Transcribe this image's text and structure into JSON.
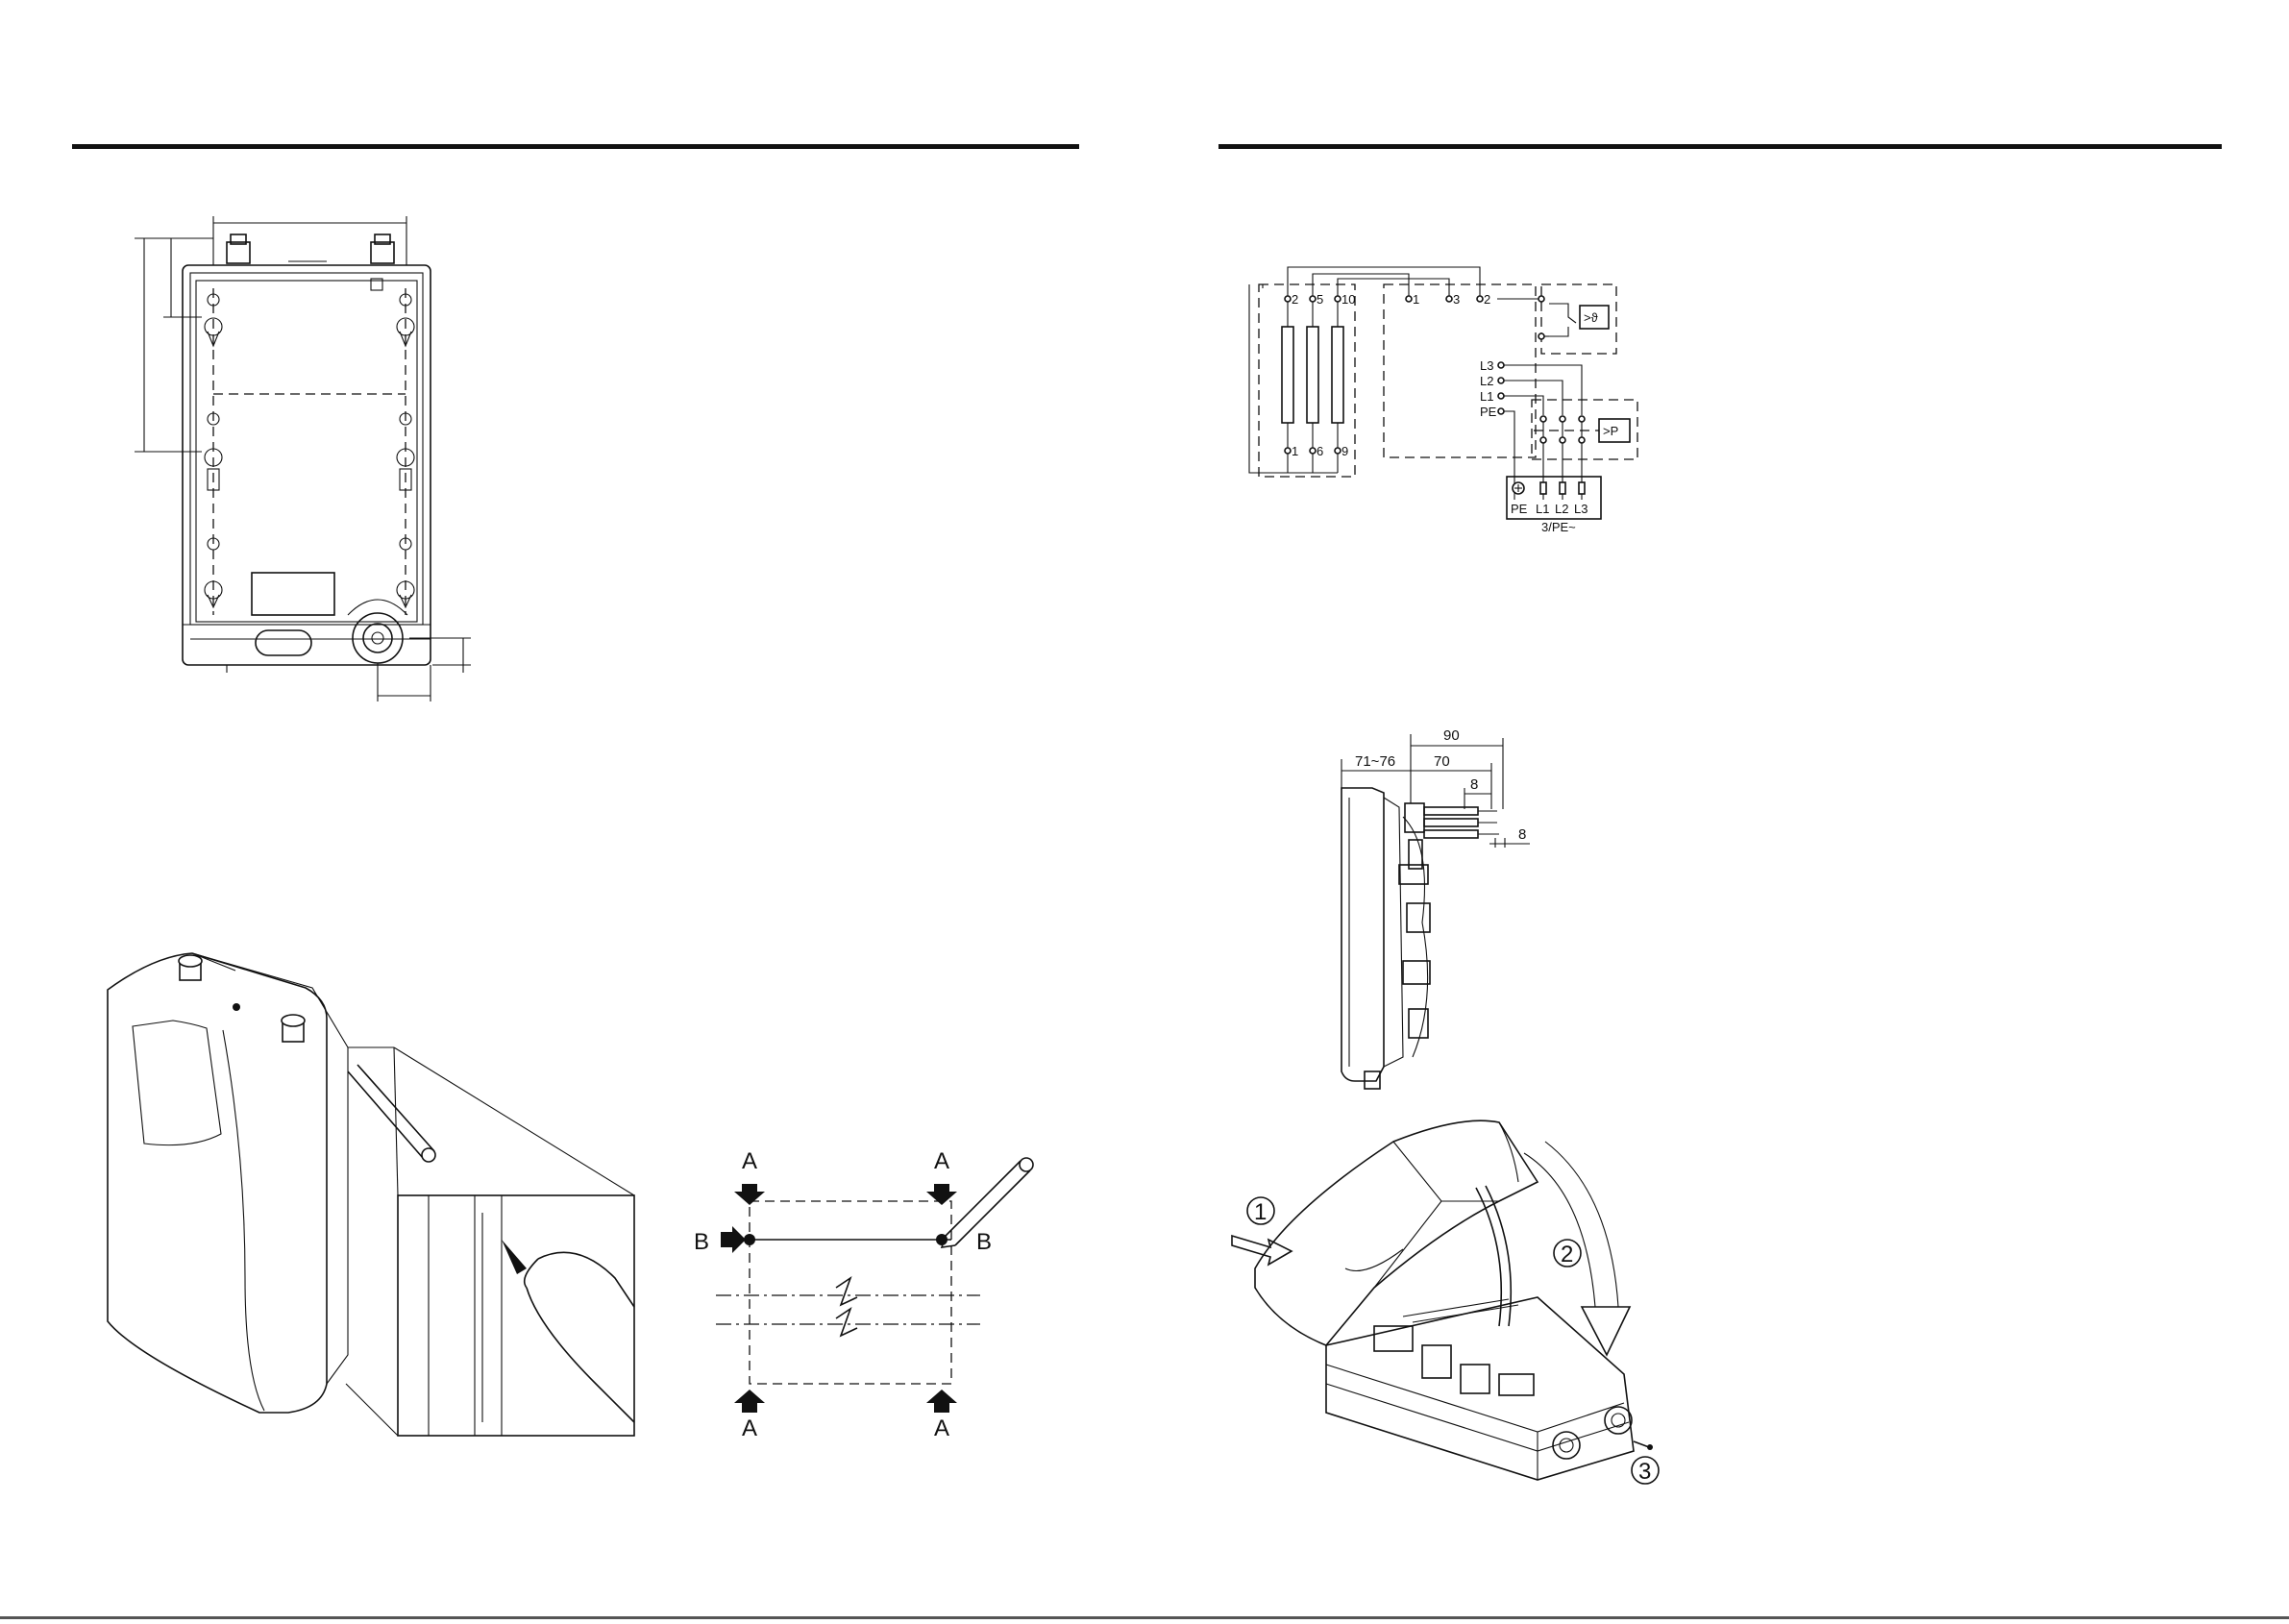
{
  "wiring_diagram": {
    "heater_terminals_top": [
      "2",
      "5",
      "10"
    ],
    "heater_terminals_bottom": [
      "1",
      "6",
      "9"
    ],
    "board_terminals": [
      "1",
      "3",
      "2"
    ],
    "phase_inputs": [
      "L3",
      "L2",
      "L1",
      "PE"
    ],
    "temperature_limiter": ">ϑ",
    "pressure_switch": ">P",
    "supply_terminals": [
      "PE",
      "L1",
      "L2",
      "L3"
    ],
    "supply_label": "3/PE~"
  },
  "cable_strip_diagram": {
    "dim_overall": "90",
    "dim_left": "71~76",
    "dim_mid": "70",
    "dim_core": "8",
    "dim_core2": "8"
  },
  "marking_diagram": {
    "mark_a": "A",
    "mark_b": "B"
  },
  "cover_removal": {
    "steps": [
      "1",
      "2",
      "3"
    ]
  }
}
